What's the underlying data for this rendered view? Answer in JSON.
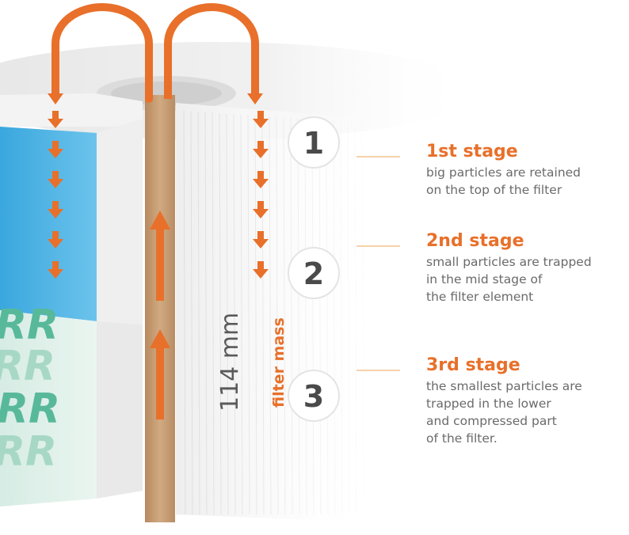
{
  "stages": [
    {
      "number": "1",
      "title": "1st stage",
      "lines": [
        "big particles are retained",
        "on the top of the filter"
      ]
    },
    {
      "number": "2",
      "title": "2nd stage",
      "lines": [
        "small particles are trapped",
        "in the mid stage of",
        "the filter element"
      ]
    },
    {
      "number": "3",
      "title": "3rd stage",
      "lines": [
        "the smallest particles are",
        "trapped in the lower",
        "and compressed part",
        "of the filter."
      ]
    }
  ],
  "height_label": "114 mm",
  "mass_label": "filter mass",
  "brand_mark": "RR",
  "colors": {
    "accent": "#e8702a",
    "text": "#6a6a6a",
    "foam": "#49b1e3",
    "core": "#c9a27a",
    "leader": "#f2c48f"
  }
}
